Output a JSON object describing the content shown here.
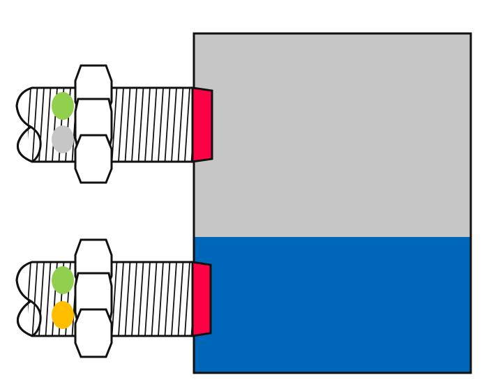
{
  "colors": {
    "background": "#ffffff",
    "tank_empty": "#c6c6c6",
    "liquid": "#0067b8",
    "sensor_face": "#ff0044",
    "outline": "#111111",
    "led_power": "#92cf4f",
    "led_off": "#c6c6c6",
    "led_detect": "#ffbf00"
  },
  "tank": {
    "fill_level": 0.4
  },
  "sensors": [
    {
      "id": "upper",
      "led_top_color": "#92cf4f",
      "led_bottom_color": "#c6c6c6",
      "state": "not-detecting"
    },
    {
      "id": "lower",
      "led_top_color": "#92cf4f",
      "led_bottom_color": "#ffbf00",
      "state": "detecting"
    }
  ]
}
